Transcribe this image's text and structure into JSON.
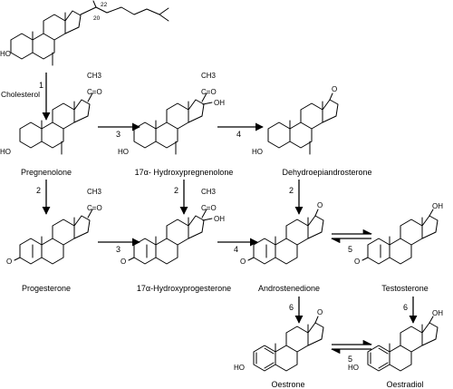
{
  "compounds": {
    "cholesterol": "Cholesterol",
    "pregnenolone": "Pregnenolone",
    "hydroxypregnenolone": "17α- Hydroxypregnenolone",
    "dhea": "Dehydroepiandrosterone",
    "progesterone": "Progesterone",
    "hydroxyprogesterone": "17α-Hydroxyprogesterone",
    "androstenedione": "Androstenedione",
    "testosterone": "Testosterone",
    "oestrone": "Oestrone",
    "oestradiol": "Oestradiol"
  },
  "atoms": {
    "ho": "HO",
    "o": "O",
    "oh": "OH",
    "ch3": "CH3",
    "c_eq_o": "C=O",
    "c20": "20",
    "c22": "22"
  },
  "steps": {
    "s1": "1",
    "s2a": "2",
    "s2b": "2",
    "s2c": "2",
    "s3a": "3",
    "s3b": "3",
    "s4a": "4",
    "s4b": "4",
    "s5a": "5",
    "s5b": "5",
    "s6a": "6",
    "s6b": "6"
  }
}
